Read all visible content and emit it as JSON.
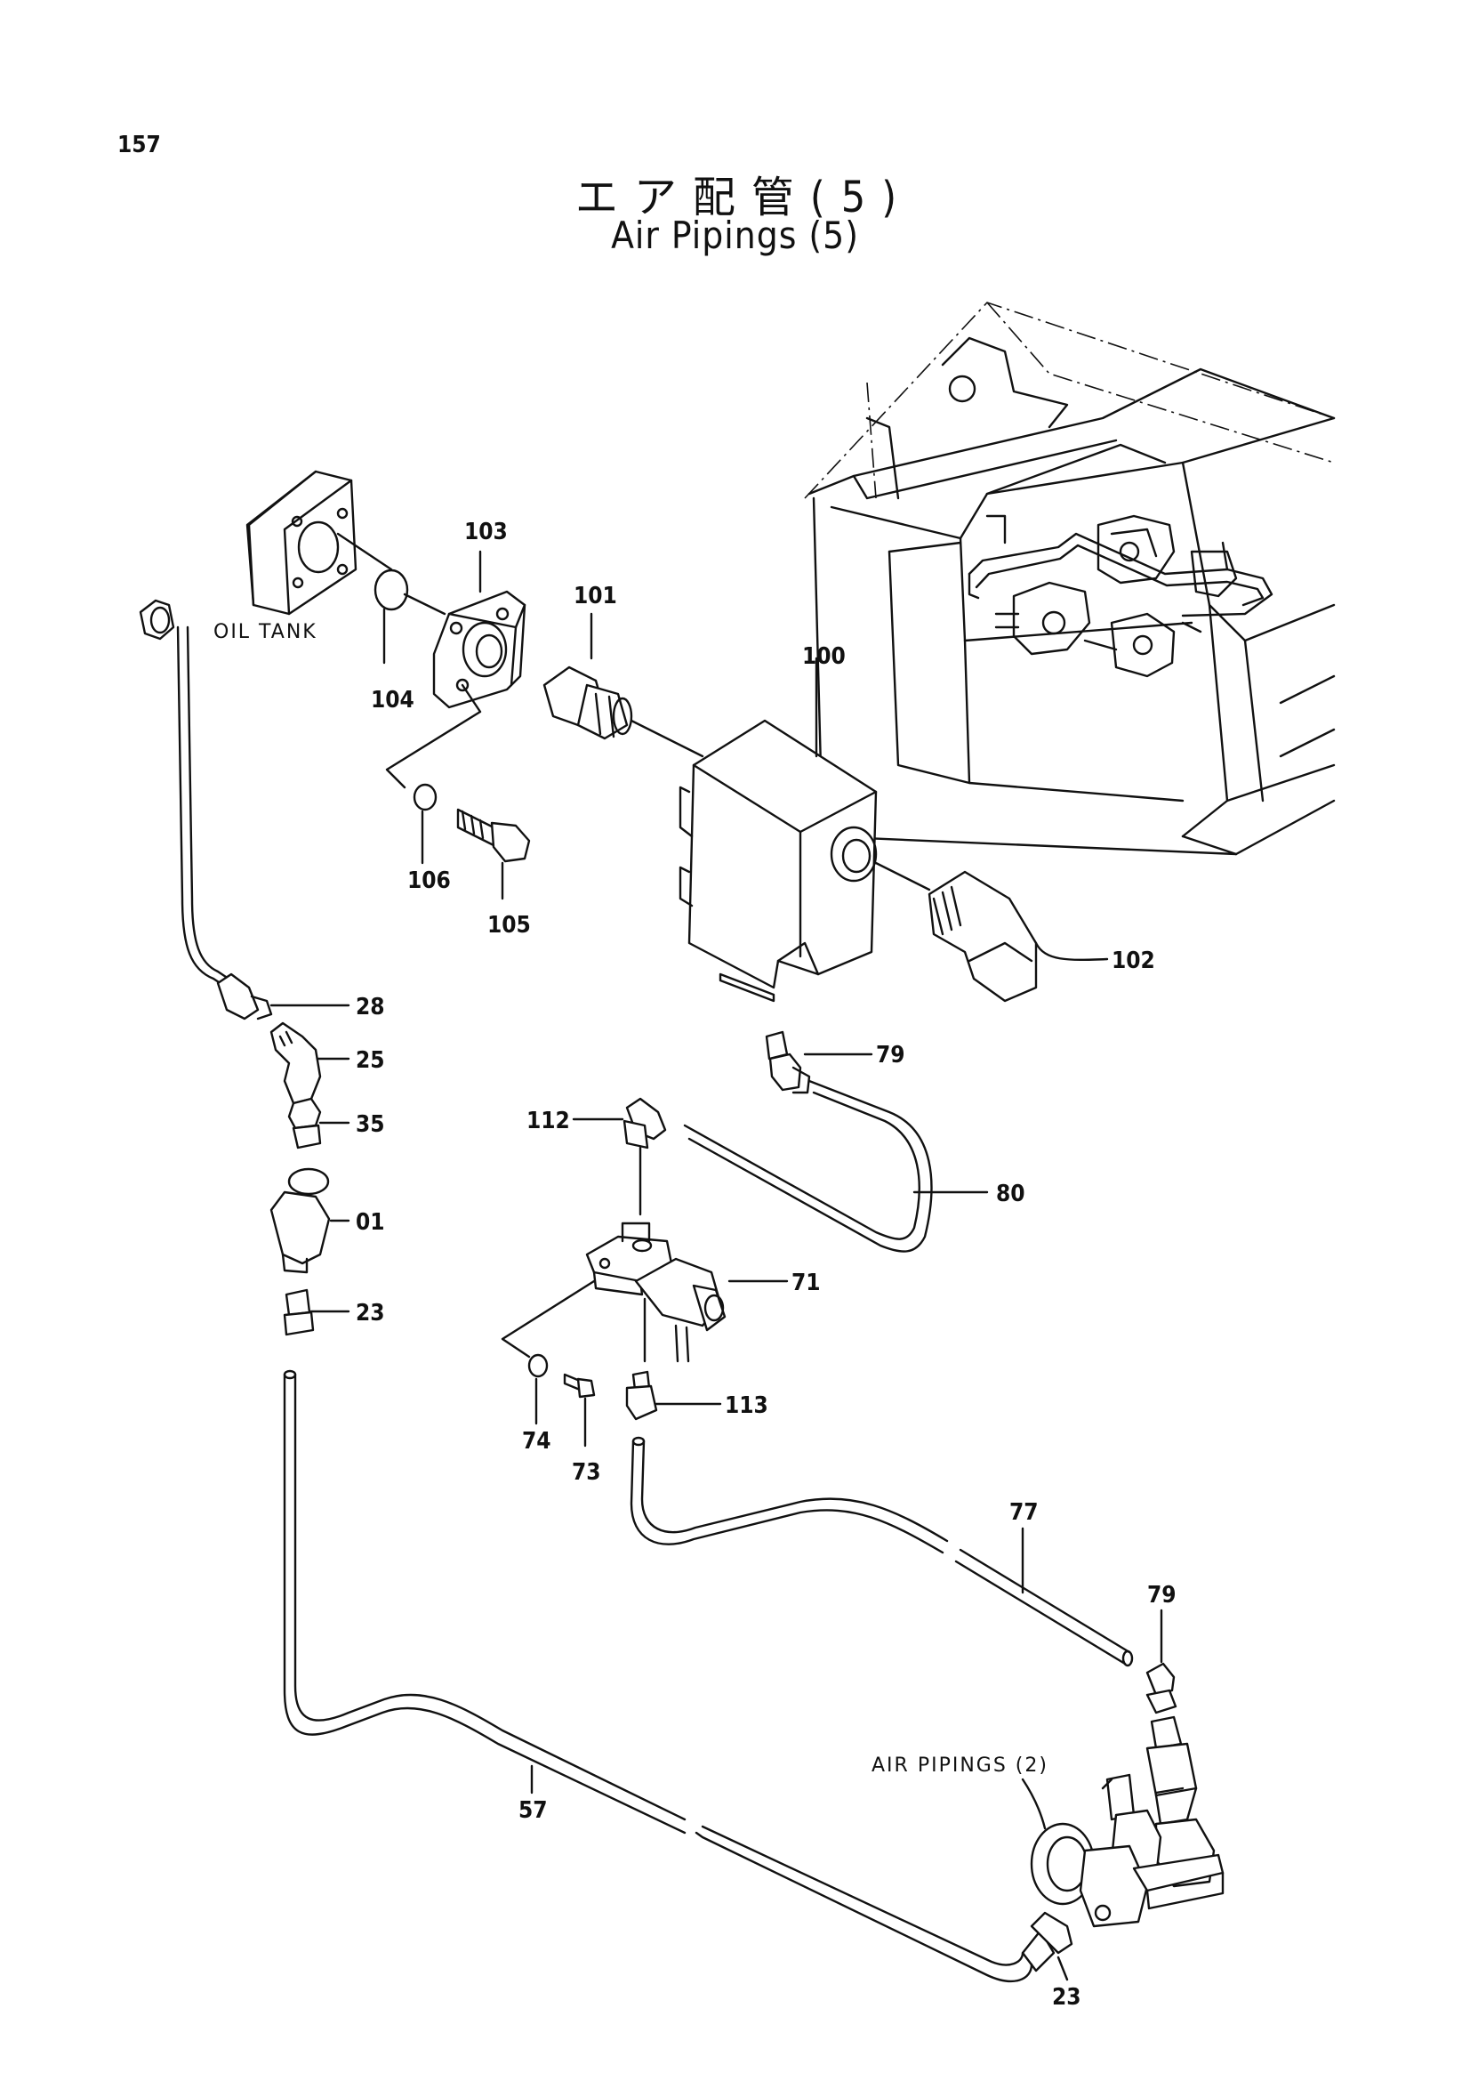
{
  "page_number": "157",
  "title": {
    "japanese": "エア配管(5)",
    "english": "Air Pipings (5)"
  },
  "notes": {
    "oil_tank": "OIL TANK",
    "air_pipings_ref": "AIR PIPINGS (2)"
  },
  "callouts": {
    "p100": "100",
    "p101": "101",
    "p102": "102",
    "p103": "103",
    "p104": "104",
    "p105": "105",
    "p106": "106",
    "p28": "28",
    "p25": "25",
    "p35": "35",
    "p01": "01",
    "p23a": "23",
    "p79a": "79",
    "p112": "112",
    "p80": "80",
    "p71": "71",
    "p113": "113",
    "p74": "74",
    "p73": "73",
    "p77": "77",
    "p79b": "79",
    "p57": "57",
    "p23b": "23"
  }
}
